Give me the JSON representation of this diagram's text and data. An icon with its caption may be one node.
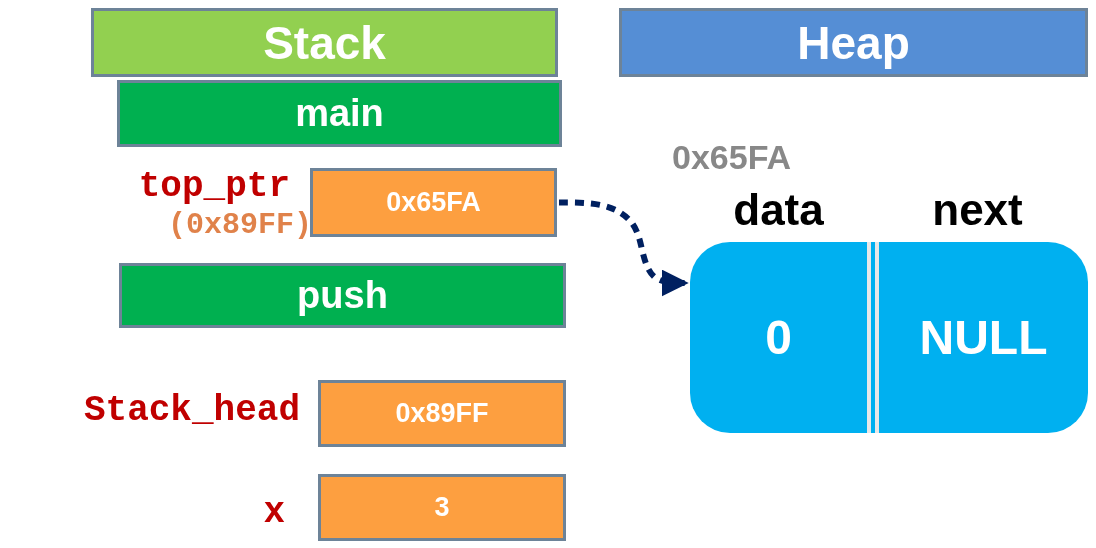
{
  "diagram": {
    "nodes": [
      {
        "text": [
          "Stack"
        ]
      },
      {
        "text": [
          "Heap"
        ]
      },
      {
        "text": [
          "main"
        ]
      },
      {
        "text": [
          "0x65FA"
        ],
        "beside": [
          "top_ptr",
          "(0x89FF)"
        ]
      },
      {
        "text": [
          "push"
        ]
      },
      {
        "text": [
          "0x89FF"
        ],
        "beside": [
          "Stack_head"
        ]
      },
      {
        "text": [
          "3"
        ],
        "beside": [
          "x"
        ]
      },
      {
        "text": [
          "data",
          "0"
        ],
        "beside": [
          "0x65FA"
        ]
      },
      {
        "text": [
          "next",
          "NULL"
        ]
      }
    ],
    "edges": [
      {
        "from": 3,
        "to": 7,
        "arrow": "to",
        "style": "dashed",
        "color": "#002060"
      }
    ]
  }
}
